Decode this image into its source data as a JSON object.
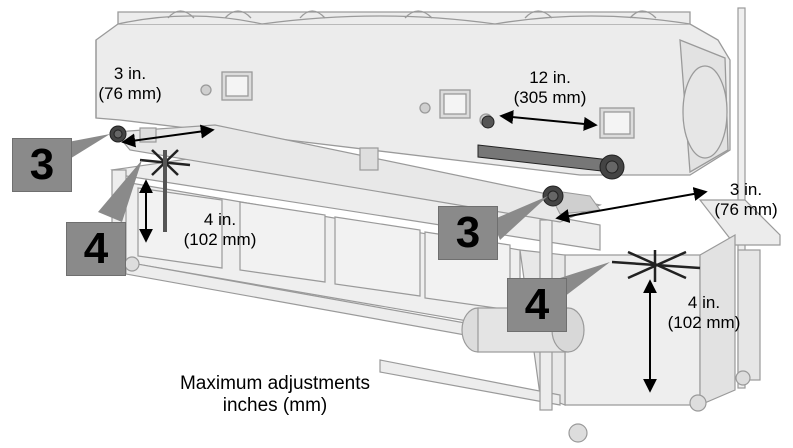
{
  "callouts": {
    "callout_3_left": "3",
    "callout_4_left": "4",
    "callout_3_right": "3",
    "callout_4_right": "4"
  },
  "dimensions": {
    "top_left": {
      "imperial": "3 in.",
      "metric": "(76 mm)"
    },
    "top_center": {
      "imperial": "12 in.",
      "metric": "(305 mm)"
    },
    "right": {
      "imperial": "3 in.",
      "metric": "(76 mm)"
    },
    "left_vertical": {
      "imperial": "4 in.",
      "metric": "(102 mm)"
    },
    "right_vertical": {
      "imperial": "4 in.",
      "metric": "(102 mm)"
    }
  },
  "caption": {
    "line1": "Maximum adjustments",
    "line2": "inches (mm)"
  },
  "colors": {
    "machine_fill": "#ececec",
    "machine_stroke": "#9a9a9a",
    "callout_fill": "#8a8a8a",
    "arrow": "#000000"
  }
}
